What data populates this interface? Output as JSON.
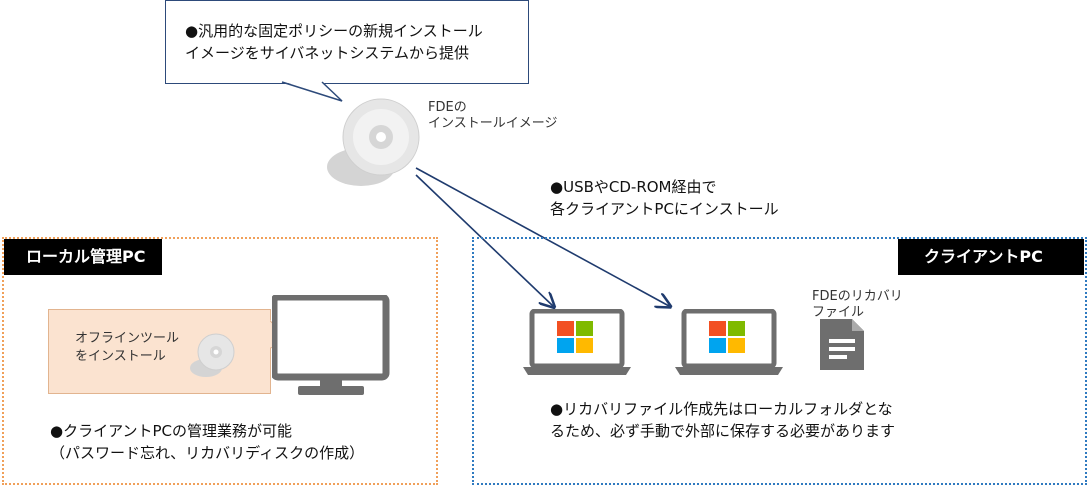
{
  "callout": {
    "line1": "●汎用的な固定ポリシーの新規インストール",
    "line2": "イメージをサイバネットシステムから提供"
  },
  "cd": {
    "line1": "FDEの",
    "line2": "インストールイメージ"
  },
  "install_note": {
    "line1": "●USBやCD-ROM経由で",
    "line2": "各クライアントPCにインストール"
  },
  "local_pc": {
    "title": "ローカル管理PC",
    "offline_line1": "オフラインツール",
    "offline_line2": "をインストール",
    "desc_line1": "●クライアントPCの管理業務が可能",
    "desc_line2": "（パスワード忘れ、リカバリディスクの作成）"
  },
  "client_pc": {
    "title": "クライアントPC",
    "recovery_line1": "FDEのリカバリ",
    "recovery_line2": "ファイル",
    "desc_line1": "●リカバリファイル作成先はローカルフォルダとな",
    "desc_line2": "るため、必ず手動で外部に保存する必要があります"
  },
  "colors": {
    "navy": "#1f3b6e",
    "orange_border": "#f0a05a",
    "blue_border": "#2f7ac0",
    "peach": "#fbe3d0",
    "device_gray": "#6e6e6e",
    "windows_red": "#f25022",
    "windows_green": "#7fba00",
    "windows_blue": "#00a4ef",
    "windows_yellow": "#ffb900"
  }
}
